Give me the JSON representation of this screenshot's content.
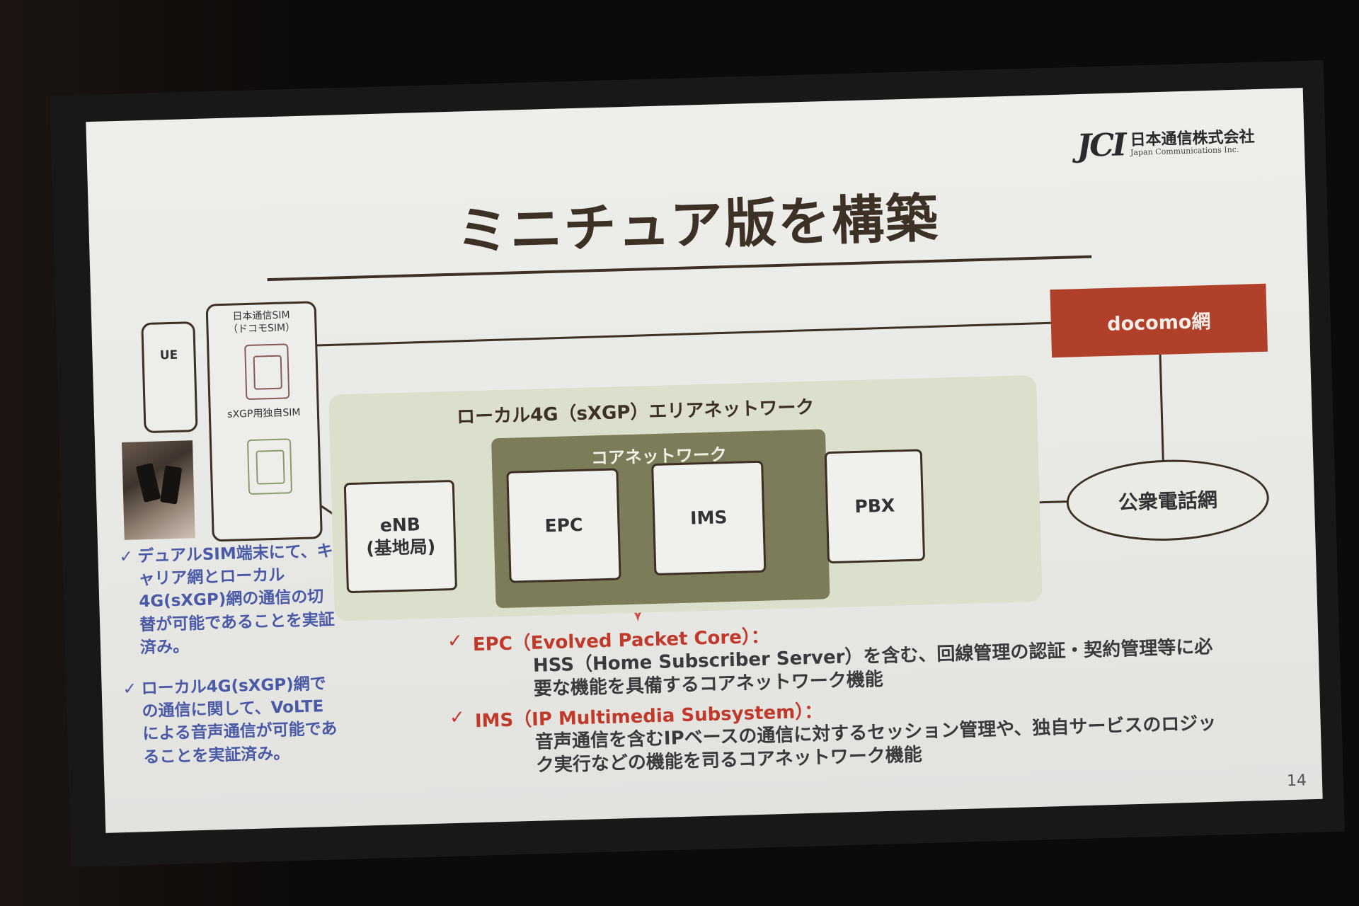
{
  "logo": {
    "mark": "JCI",
    "name_jp": "日本通信株式会社",
    "name_en": "Japan Communications Inc."
  },
  "title": "ミニチュア版を構築",
  "ue": {
    "label": "UE"
  },
  "sim_panel": {
    "sim1_label": "日本通信SIM\n（ドコモSIM）",
    "sim2_label": "sXGP用独自SIM"
  },
  "notes": [
    {
      "check": "✓",
      "text": "デュアルSIM端末にて、キャリア網とローカル4G(sXGP)網の通信の切替が可能であることを実証済み。"
    },
    {
      "check": "✓",
      "text": "ローカル4G(sXGP)網での通信に関して、VoLTEによる音声通信が可能であることを実証済み。"
    }
  ],
  "network": {
    "area_label": "ローカル4G（sXGP）エリアネットワーク",
    "core_label": "コアネットワーク",
    "enb": "eNB\n(基地局)",
    "epc": "EPC",
    "ims": "IMS",
    "pbx": "PBX",
    "docomo": "docomo網",
    "public": "公衆電話網"
  },
  "descriptions": [
    {
      "check": "✓",
      "head": "EPC（Evolved Packet Core）：",
      "body": "HSS（Home Subscriber Server）を含む、回線管理の認証・契約管理等に必要な機能を具備するコアネットワーク機能"
    },
    {
      "check": "✓",
      "head": "IMS（IP Multimedia Subsystem）：",
      "body": "音声通信を含むIPベースの通信に対するセッション管理や、独自サービスのロジック実行などの機能を司るコアネットワーク機能"
    }
  ],
  "page_number": "14",
  "colors": {
    "title": "#3d3024",
    "accent_red": "#b1402a",
    "note_blue": "#4b5aa6",
    "desc_red": "#c0392b",
    "area": "#dcdfcc",
    "core": "#7c7c5a",
    "brace": "#d44a3a"
  }
}
